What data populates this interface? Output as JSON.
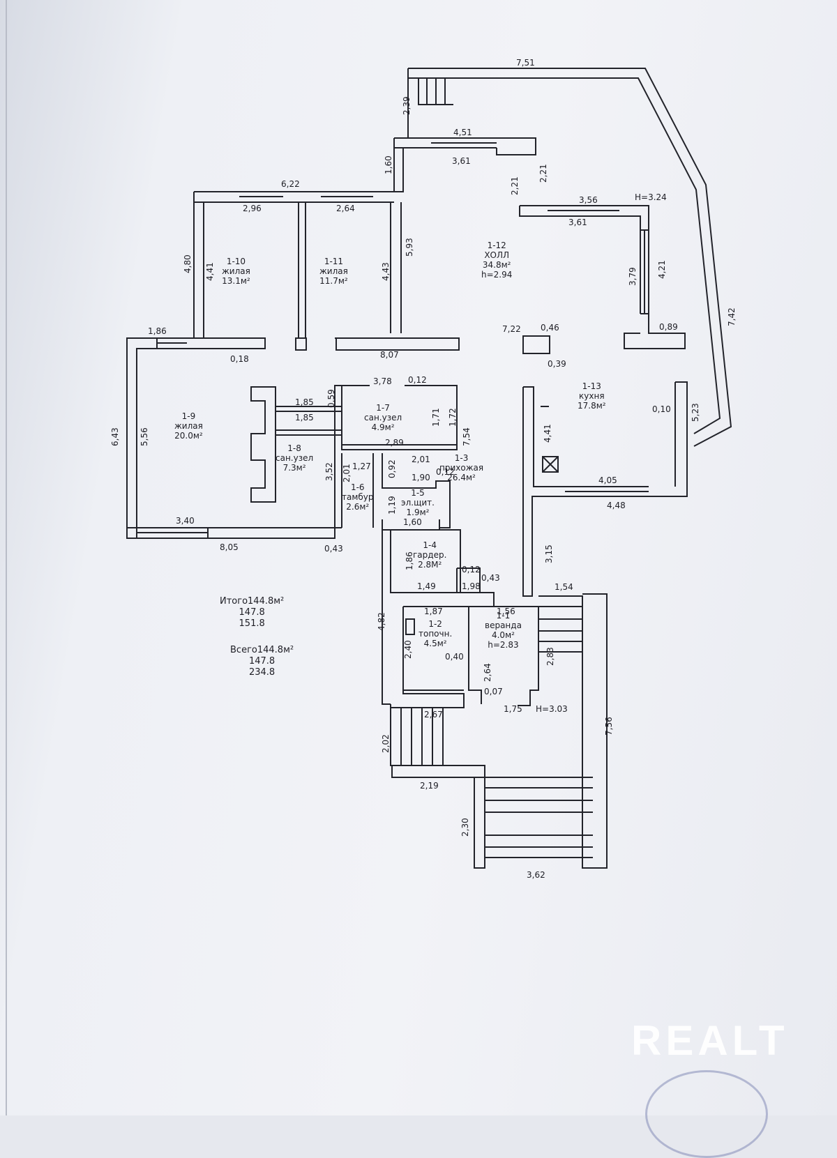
{
  "rooms": {
    "r1_1": {
      "num": "1-1",
      "name": "веранда",
      "area": "4.0м²",
      "height": "h=2.83"
    },
    "r1_2": {
      "num": "1-2",
      "name": "топочн.",
      "area": "4.5м²"
    },
    "r1_3": {
      "num": "1-3",
      "name": "прихожая",
      "area": "26.4м²"
    },
    "r1_4": {
      "num": "1-4",
      "name": "гардер.",
      "area": "2.8М²"
    },
    "r1_5": {
      "num": "1-5",
      "name": "эл.щит.",
      "area": "1.9м²"
    },
    "r1_6": {
      "num": "1-6",
      "name": "тамбур",
      "area": "2.6м²"
    },
    "r1_7": {
      "num": "1-7",
      "name": "сан.узел",
      "area": "4.9м²"
    },
    "r1_8": {
      "num": "1-8",
      "name": "сан.узел",
      "area": "7.3м²"
    },
    "r1_9": {
      "num": "1-9",
      "name": "жилая",
      "area": "20.0м²"
    },
    "r1_10": {
      "num": "1-10",
      "name": "жилая",
      "area": "13.1м²"
    },
    "r1_11": {
      "num": "1-11",
      "name": "жилая",
      "area": "11.7м²"
    },
    "r1_12": {
      "num": "1-12",
      "name": "ХОЛЛ",
      "area": "34.8м²",
      "height": "h=2.94"
    },
    "r1_13": {
      "num": "1-13",
      "name": "кухня",
      "area": "17.8м²"
    }
  },
  "dims": {
    "d751": "7,51",
    "d239": "2,39",
    "d451": "4,51",
    "d361a": "3,61",
    "d160": "1,60",
    "d221a": "2,21",
    "d221b": "2,21",
    "d356": "3,56",
    "h324": "H=3.24",
    "d361b": "3,61",
    "d622": "6,22",
    "d296": "2,96",
    "d264": "2,64",
    "d593": "5,93",
    "d480": "4,80",
    "d441a": "4,41",
    "d443": "4,43",
    "d379": "3,79",
    "d421": "4,21",
    "d742": "7,42",
    "d722": "7,22",
    "d046": "0,46",
    "d089": "0,89",
    "d039": "0,39",
    "d186a": "1,86",
    "d807": "8,07",
    "d018": "0,18",
    "d378": "3,78",
    "d012a": "0,12",
    "d185a": "1,85",
    "d185b": "1,85",
    "d059": "0,59",
    "d171": "1,71",
    "d172": "1,72",
    "d754": "7,54",
    "d289": "2,89",
    "d201a": "2,01",
    "d441b": "4,41",
    "d010": "0,10",
    "d523": "5,23",
    "d643": "6,43",
    "d556": "5,56",
    "d352": "3,52",
    "d201b": "2,01",
    "d127": "1,27",
    "d092": "0,92",
    "d190": "1,90",
    "d012b": "0,12",
    "d405": "4,05",
    "d448": "4,48",
    "d119": "1,19",
    "d160b": "1,60",
    "d340": "3,40",
    "d805": "8,05",
    "d043a": "0,43",
    "d315": "3,15",
    "d186b": "1,86",
    "d012c": "0,12",
    "d043b": "0,43",
    "d149": "1,49",
    "d198": "1,98",
    "d154": "1,54",
    "d187": "1,87",
    "d156": "1,56",
    "d482": "4,82",
    "d240": "2,40",
    "d040": "0,40",
    "d264b": "2,64",
    "d283": "2,83",
    "d007": "0,07",
    "d175": "1,75",
    "h303": "H=3.03",
    "d756": "7,56",
    "d267": "2,67",
    "d202": "2,02",
    "d219": "2,19",
    "d230": "2,30",
    "d362": "3,62"
  },
  "totals": {
    "itogo_label": "Итого144.8м²",
    "itogo_2": "147.8",
    "itogo_3": "151.8",
    "vsego_label": "Всего144.8м²",
    "vsego_2": "147.8",
    "vsego_3": "234.8"
  },
  "watermark": {
    "text": "REALT"
  },
  "colors": {
    "line": "#22232a",
    "paper": "#f1f2f6",
    "watermark": "#ffffff"
  }
}
